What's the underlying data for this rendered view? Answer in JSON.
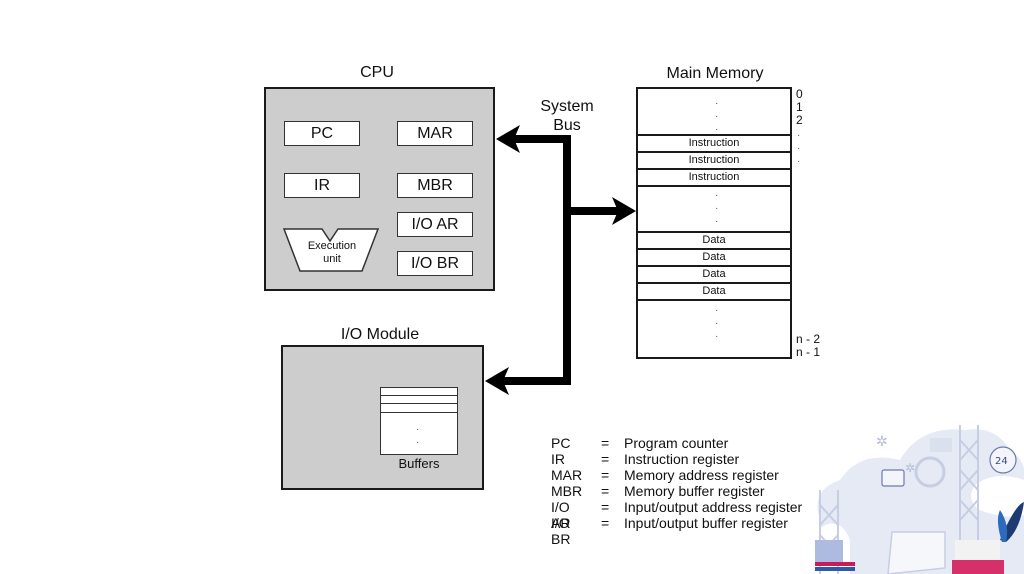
{
  "cpu": {
    "title": "CPU",
    "registers": {
      "pc": "PC",
      "mar": "MAR",
      "ir": "IR",
      "mbr": "MBR",
      "ioar": "I/O AR",
      "iobr": "I/O BR"
    },
    "execution_unit": [
      "Execution",
      "unit"
    ]
  },
  "bus": {
    "label_line1": "System",
    "label_line2": "Bus"
  },
  "main_memory": {
    "title": "Main Memory",
    "rows": [
      "Instruction",
      "Instruction",
      "Instruction",
      "Data",
      "Data",
      "Data",
      "Data"
    ],
    "addresses_top": [
      "0",
      "1",
      "2"
    ],
    "addresses_bottom": [
      "n - 2",
      "n - 1"
    ]
  },
  "io_module": {
    "title": "I/O Module",
    "buffers_label": "Buffers"
  },
  "legend": [
    {
      "abbr": "PC",
      "eq": "=",
      "desc": "Program counter"
    },
    {
      "abbr": "IR",
      "eq": "=",
      "desc": "Instruction register"
    },
    {
      "abbr": "MAR",
      "eq": "=",
      "desc": "Memory address register"
    },
    {
      "abbr": "MBR",
      "eq": "=",
      "desc": "Memory buffer register"
    },
    {
      "abbr": "I/O AR",
      "eq": "=",
      "desc": "Input/output address register"
    },
    {
      "abbr": "I/O BR",
      "eq": "=",
      "desc": "Input/output buffer register"
    }
  ],
  "decoration": {
    "badge_24": "24"
  }
}
